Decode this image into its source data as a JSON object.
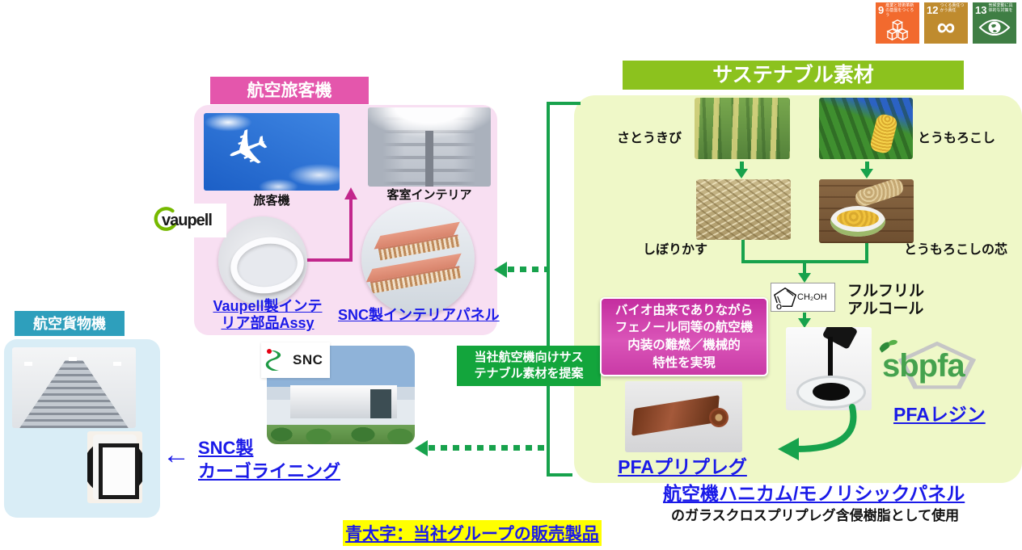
{
  "header": {
    "sustainable_title": "サステナブル素材"
  },
  "sdg": {
    "items": [
      {
        "number": "9",
        "label": "産業と技術革新の基盤をつくろう",
        "color": "#F26A2E",
        "icon": "industry-cubes-icon"
      },
      {
        "number": "12",
        "label": "つくる責任つかう責任",
        "color": "#BF8B2E",
        "icon": "infinity-icon",
        "glyph": "∞"
      },
      {
        "number": "13",
        "label": "気候変動に具体的な対策を",
        "color": "#3F7E44",
        "icon": "eye-globe-icon"
      }
    ]
  },
  "passenger_section": {
    "title": "航空旅客機",
    "aircraft_caption": "旅客機",
    "cabin_caption": "客室インテリア",
    "vaupell_logo_text": "vaupell",
    "vaupell_link_line1": "Vaupell製インテ",
    "vaupell_link_line2": "リア部品Assy",
    "snc_panel_link": "SNC製インテリアパネル"
  },
  "cargo_section": {
    "title": "航空貨物機",
    "link_line1": "SNC製",
    "link_line2": "カーゴライニング",
    "arrow_glyph": "←"
  },
  "snc": {
    "logo_text": "SNC"
  },
  "proposal_box": {
    "line1": "当社航空機向けサス",
    "line2": "テナブル素材を提案"
  },
  "sustainable_section": {
    "sugarcane_label": "さとうきび",
    "corn_label": "とうもろこし",
    "bagasse_label": "しぼりかす",
    "corncob_label": "とうもろこしの芯",
    "furfuryl_line1": "フルフリル",
    "furfuryl_line2": "アルコール",
    "furfuryl_formula": "CH₂OH",
    "furan_oxygen": "O",
    "callout_line1": "バイオ由来でありながら",
    "callout_line2": "フェノール同等の航空機",
    "callout_line3": "内装の難燃／機械的",
    "callout_line4": "特性を実現",
    "sbpfa_logo_text": "sbpfa",
    "resin_link": "PFAレジン",
    "prepreg_link": "PFAプリプレグ",
    "panel_link": "航空機ハニカム/モノリシックパネル",
    "panel_note": "のガラスクロスプリプレグ含侵樹脂として使用"
  },
  "footer": {
    "note": "青太字：当社グループの販売製品"
  },
  "colors": {
    "passenger_pink": "#E456AC",
    "passenger_panel": "#F8DFF2",
    "cargo_teal": "#2E9FBC",
    "cargo_panel": "#D9EDF6",
    "sustainable_green": "#8CC21E",
    "sustainable_panel": "#EFF8C8",
    "flow_green": "#17A24C",
    "callout_magenta": "#C9329F",
    "link_blue": "#1A1AE8",
    "highlight_yellow": "#FFFF00"
  }
}
